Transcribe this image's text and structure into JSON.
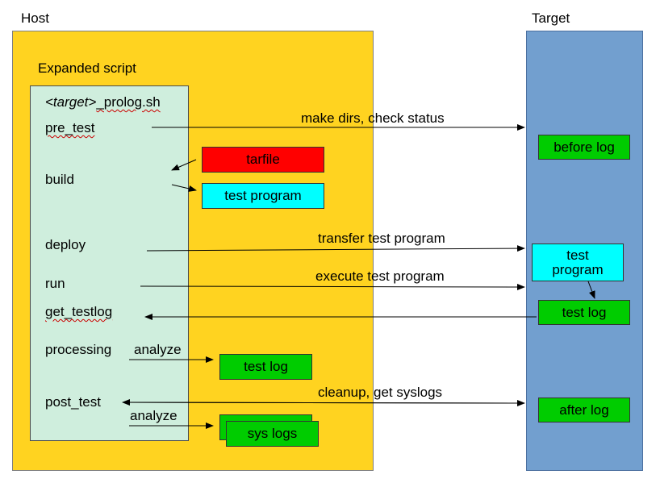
{
  "host": {
    "title": "Host",
    "subtitle": "Expanded script"
  },
  "target": {
    "title": "Target"
  },
  "script": {
    "filename_prefix": "<target>",
    "filename_suffix": "_prolog.sh",
    "steps": {
      "pre_test": "pre_test",
      "build": "build",
      "deploy": "deploy",
      "run": "run",
      "get_testlog": "get_testlog",
      "processing": "processing",
      "post_test": "post_test"
    }
  },
  "host_boxes": {
    "tarfile": "tarfile",
    "test_program": "test program",
    "test_log": "test log",
    "sys_logs": "sys logs"
  },
  "target_boxes": {
    "before_log": "before log",
    "test_program": "test program",
    "test_log": "test log",
    "after_log": "after log"
  },
  "arrow_labels": {
    "pre_test": "make dirs, check status",
    "deploy": "transfer test program",
    "run": "execute test program",
    "post_test": "cleanup, get syslogs",
    "analyze_processing": "analyze",
    "analyze_post": "analyze"
  },
  "colors": {
    "host_bg": "#ffd320",
    "target_bg": "#729fcf",
    "script_bg": "#cfeedd",
    "green": "#00cc00",
    "red": "#ff0000",
    "cyan": "#00ffff"
  }
}
